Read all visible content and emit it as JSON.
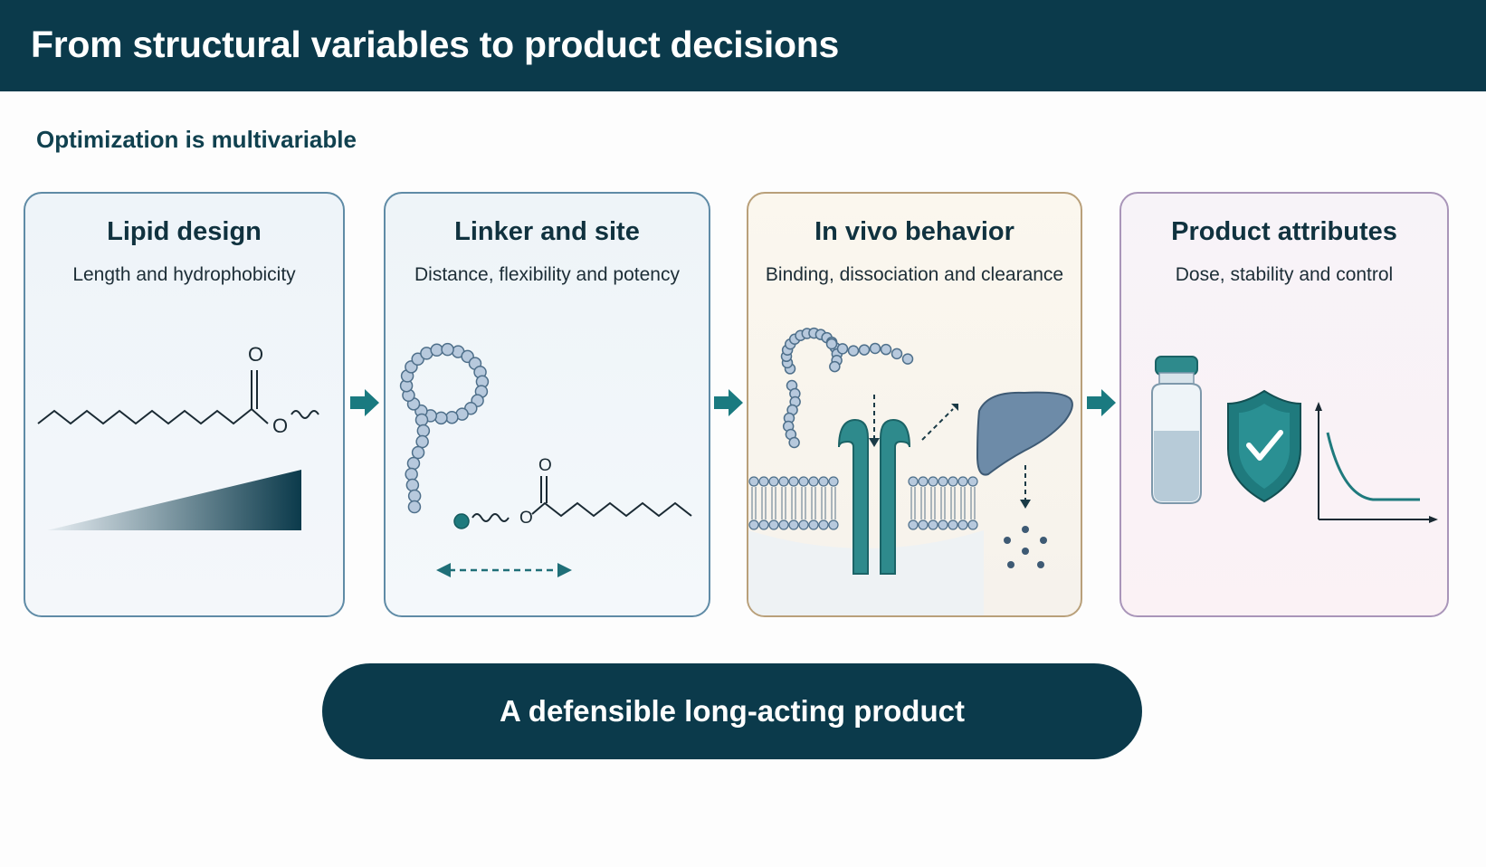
{
  "header": {
    "title": "From structural variables to product decisions"
  },
  "subtitle": "Optimization is multivariable",
  "cards": [
    {
      "title": "Lipid design",
      "description": "Length and hydrophobicity"
    },
    {
      "title": "Linker and site",
      "description": "Distance, flexibility and potency"
    },
    {
      "title": "In vivo behavior",
      "description": "Binding, dissociation and clearance"
    },
    {
      "title": "Product attributes",
      "description": "Dose, stability and control"
    }
  ],
  "chem_labels": {
    "oxygen": "O"
  },
  "outcome": {
    "label": "A defensible long-acting product"
  },
  "colors": {
    "header_bg": "#0b3a4b",
    "teal_accent": "#1a7a80",
    "pill_bg": "#0b3a4b",
    "card_border_blue": "#5f8ba6",
    "card_border_gold": "#b9a07a",
    "card_border_purple": "#a995b9"
  }
}
